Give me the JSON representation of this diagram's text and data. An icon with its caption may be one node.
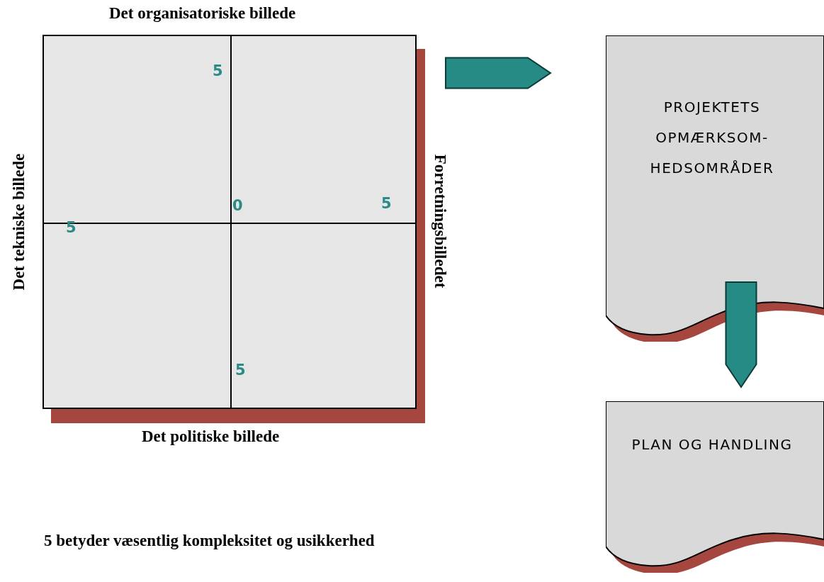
{
  "diagram": {
    "nodes": [
      {
        "text": [],
        "shape": "box"
      },
      {
        "text": [
          "PROJEKTETS OPMÆRKSOM- HEDSOMRÅDER"
        ]
      },
      {
        "text": [
          "PLAN OG HANDLING"
        ]
      }
    ],
    "edges": [
      {
        "from": 0,
        "to": 1,
        "arrow": "to"
      },
      {
        "from": 1,
        "to": 2,
        "arrow": "to"
      }
    ],
    "labels": [
      "Det organisatoriske billede",
      "5",
      "Det tekniske billede",
      "Forretningsbilledet",
      "0",
      "5",
      "5",
      "5",
      "Det politiske billede",
      "5 betyder væsentlig kompleksitet og usikkerhed"
    ]
  }
}
